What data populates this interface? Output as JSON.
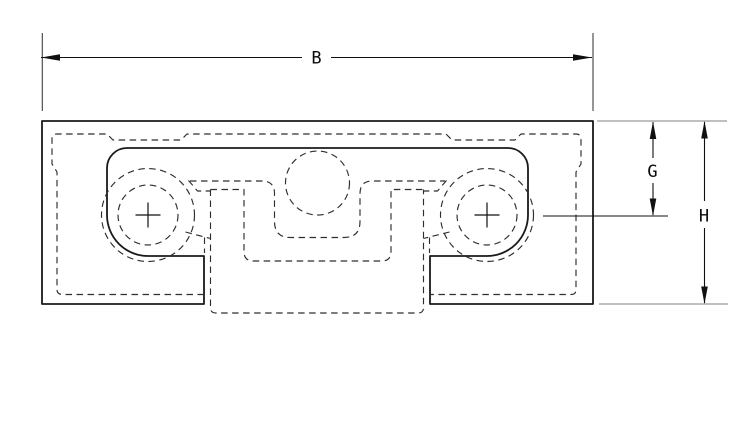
{
  "drawing": {
    "labels": {
      "width": "B",
      "center_height": "G",
      "total_height": "H"
    },
    "colors": {
      "solid_line": "#1a1a1a",
      "hidden_line": "#2e2e2e",
      "extension_line": "#9a9a9a",
      "dimension_line": "#101010",
      "background": "#ffffff"
    }
  }
}
